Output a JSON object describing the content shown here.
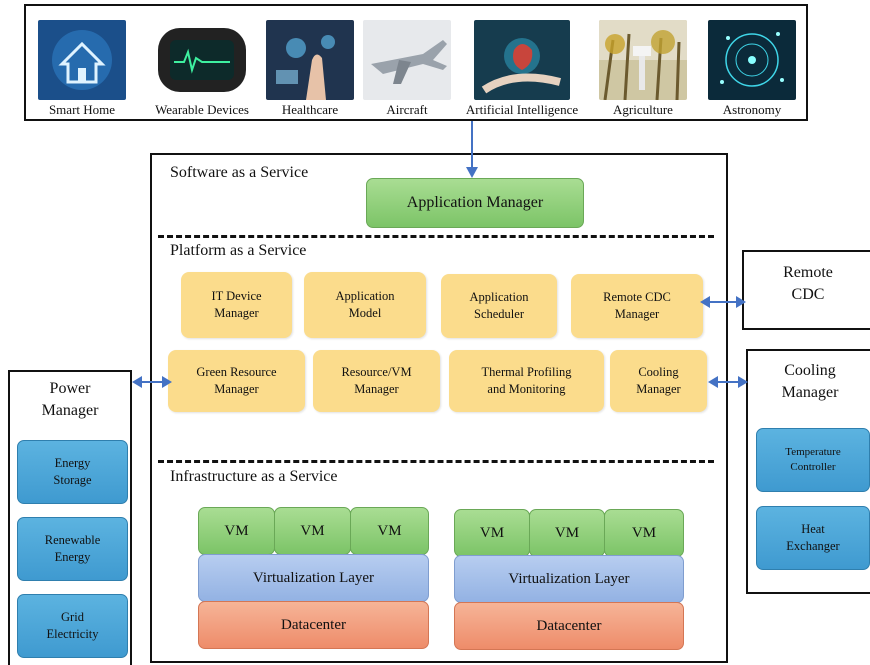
{
  "applications": [
    {
      "label": "Smart Home",
      "icon": "smart-home-icon"
    },
    {
      "label": "Wearable Devices",
      "icon": "wearable-devices-icon"
    },
    {
      "label": "Healthcare",
      "icon": "healthcare-icon"
    },
    {
      "label": "Aircraft",
      "icon": "aircraft-icon"
    },
    {
      "label": "Artificial Intelligence",
      "icon": "artificial-intelligence-icon"
    },
    {
      "label": "Agriculture",
      "icon": "agriculture-icon"
    },
    {
      "label": "Astronomy",
      "icon": "astronomy-icon"
    }
  ],
  "saas": {
    "title": "Software as a Service",
    "application_manager": "Application Manager"
  },
  "paas": {
    "title": "Platform as a Service",
    "row1": [
      "IT Device\nManager",
      "Application\nModel",
      "Application\nScheduler",
      "Remote CDC\nManager"
    ],
    "row2": [
      "Green Resource\nManager",
      "Resource/VM\nManager",
      "Thermal Profiling\nand Monitoring",
      "Cooling\nManager"
    ]
  },
  "iaas": {
    "title": "Infrastructure as a Service",
    "clusters": [
      {
        "vms": [
          "VM",
          "VM",
          "VM"
        ],
        "virtualization": "Virtualization Layer",
        "datacenter": "Datacenter"
      },
      {
        "vms": [
          "VM",
          "VM",
          "VM"
        ],
        "virtualization": "Virtualization Layer",
        "datacenter": "Datacenter"
      }
    ]
  },
  "remote_cdc": {
    "title": "Remote\nCDC"
  },
  "power_manager": {
    "title": "Power\nManager",
    "items": [
      "Energy\nStorage",
      "Renewable\nEnergy",
      "Grid\nElectricity"
    ]
  },
  "cooling_manager": {
    "title": "Cooling\nManager",
    "items": [
      "Temperature\nController",
      "Heat\nExchanger"
    ]
  },
  "colors": {
    "yellow": "#fbdc8c",
    "green": "#8fd07a",
    "blue": "#a8c2ec",
    "orange": "#f2a07f",
    "teal": "#4aa6d8",
    "arrow": "#4472c4"
  }
}
